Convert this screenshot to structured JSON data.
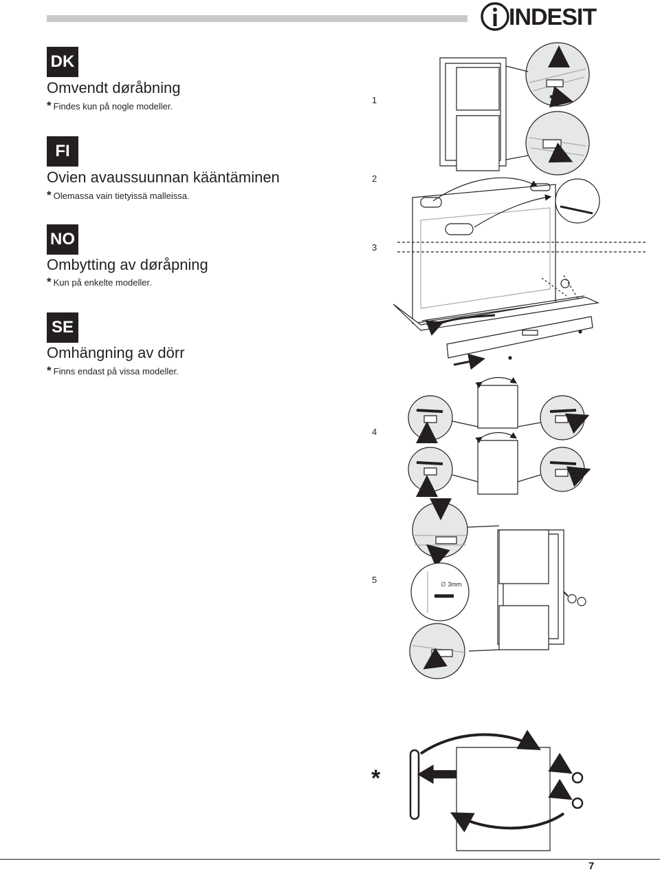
{
  "brand": {
    "logo_text": "INDESIT"
  },
  "sections": [
    {
      "code": "DK",
      "title": "Omvendt døråbning",
      "note_star": "*",
      "note": "Findes kun på nogle modeller."
    },
    {
      "code": "FI",
      "title": "Ovien avaussuunnan kääntäminen",
      "note_star": "*",
      "note": "Olemassa vain tietyissä malleissa."
    },
    {
      "code": "NO",
      "title": "Ombytting av døråpning",
      "note_star": "*",
      "note": "Kun på enkelte modeller."
    },
    {
      "code": "SE",
      "title": "Omhängning av dörr",
      "note_star": "*",
      "note": "Finns endast på vissa modeller."
    }
  ],
  "steps": [
    "1",
    "2",
    "3",
    "4",
    "5"
  ],
  "optional_marker": "*",
  "diameter_label": "∅ 3mm",
  "page_number": "7",
  "colors": {
    "ink": "#231f20",
    "rule_gray": "#c9c9c9",
    "detail_gray": "#a7a9ac"
  }
}
